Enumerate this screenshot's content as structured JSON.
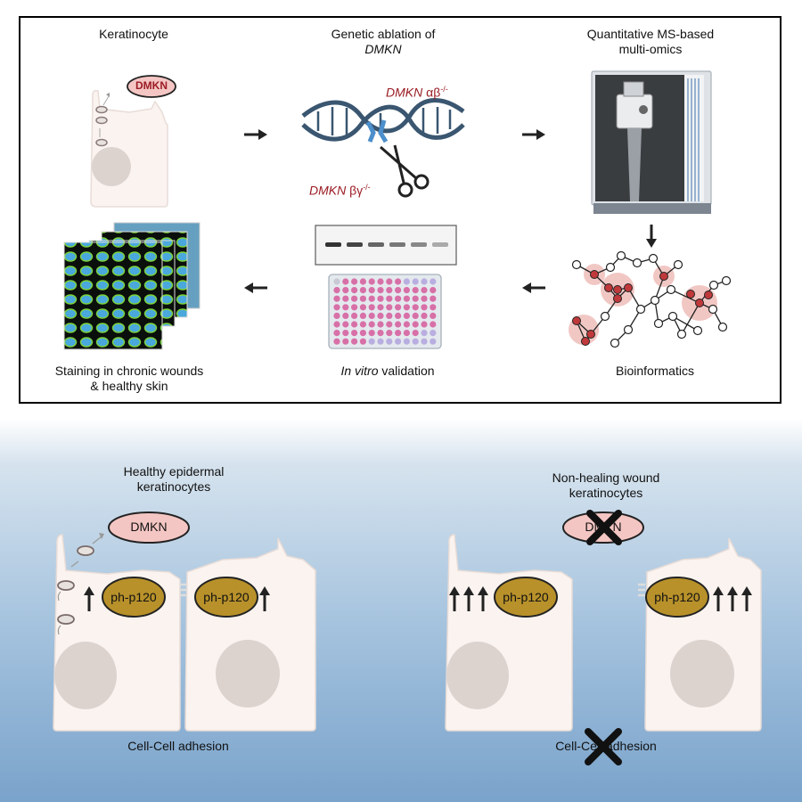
{
  "workflow": {
    "keratinocyte_label": "Keratinocyte",
    "dmkn_badge": "DMKN",
    "ablation_line1": "Genetic ablation of",
    "ablation_line2": "DMKN",
    "ko_ab_gene": "DMKN",
    "ko_ab_suffix": "αβ",
    "ko_by_gene": "DMKN",
    "ko_by_suffix": "βγ",
    "ko_superscript": "-/-",
    "ms_line1": "Quantitative MS-based",
    "ms_line2": "multi-omics",
    "bioinformatics_label": "Bioinformatics",
    "invitro_italic": "In vitro",
    "invitro_rest": " validation",
    "staining_line1": "Staining in chronic wounds",
    "staining_line2": "& healthy skin"
  },
  "healthy": {
    "title_line1": "Healthy epidermal",
    "title_line2": "keratinocytes",
    "dmkn_label": "DMKN",
    "ph_left": "ph-p120",
    "ph_right": "ph-p120",
    "adhesion_label": "Cell-Cell adhesion"
  },
  "wound": {
    "title_line1": "Non-healing wound",
    "title_line2": "keratinocytes",
    "dmkn_label": "DMKN",
    "ph_left": "ph-p120",
    "ph_right": "ph-p120",
    "adhesion_label": "Cell-Cell adhesion"
  },
  "colors": {
    "dmkn_fill": "#f4c6c3",
    "dmkn_stroke": "#9b1c24",
    "ph_fill": "#b8912a",
    "cell_fill": "#faf3ef",
    "nucleus_fill": "#dcd3cf",
    "dna": "#3a5670",
    "network_node": "#c0393b",
    "bg_bottom": "#7aa3cb"
  }
}
